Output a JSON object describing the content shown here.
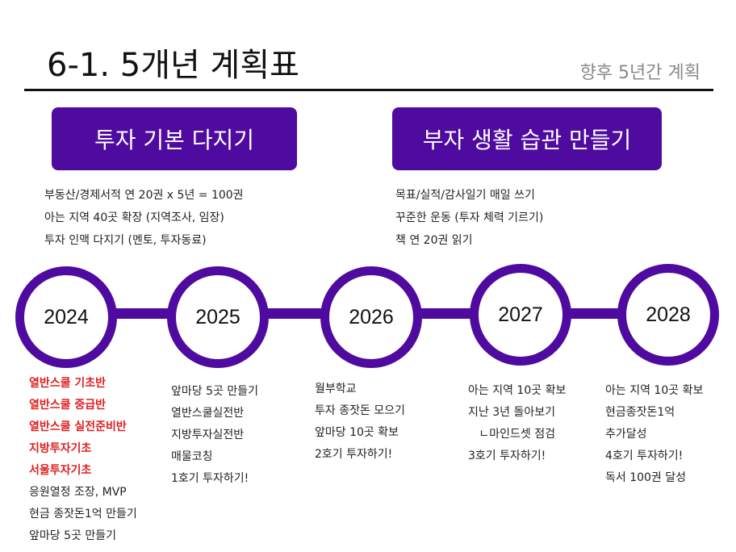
{
  "header": {
    "title": "6-1. 5개년 계획표",
    "subtitle": "향후 5년간 계획"
  },
  "goals": [
    {
      "label": "투자 기본 다지기",
      "items": [
        "부동산/경제서적 연 20권 x 5년 = 100권",
        "아는 지역 40곳 확장 (지역조사, 임장)",
        "투자 인맥 다지기 (멘토, 투자동료)"
      ]
    },
    {
      "label": "부자 생활 습관 만들기",
      "items": [
        "목표/실적/감사일기 매일 쓰기",
        "꾸준한 운동 (투자 체력 기르기)",
        "책 연 20권 읽기"
      ]
    }
  ],
  "colors": {
    "accent": "#4f0aa0",
    "highlight": "#e02020"
  },
  "years": [
    {
      "year": "2024",
      "items": [
        {
          "text": "열반스쿨 기초반",
          "highlight": true
        },
        {
          "text": "열반스쿨 중급반",
          "highlight": true
        },
        {
          "text": "열반스쿨 실전준비반",
          "highlight": true
        },
        {
          "text": "지방투자기초",
          "highlight": true
        },
        {
          "text": "서울투자기초",
          "highlight": true
        },
        {
          "text": "응원열정 조장, MVP",
          "highlight": false
        },
        {
          "text": "현금 종잣돈1억 만들기",
          "highlight": false
        },
        {
          "text": "앞마당 5곳 만들기",
          "highlight": false
        }
      ]
    },
    {
      "year": "2025",
      "items": [
        {
          "text": "앞마당 5곳 만들기"
        },
        {
          "text": "열반스쿨실전반"
        },
        {
          "text": "지방투자실전반"
        },
        {
          "text": "매물코칭"
        },
        {
          "text": "1호기 투자하기!"
        }
      ]
    },
    {
      "year": "2026",
      "items": [
        {
          "text": "월부학교"
        },
        {
          "text": "투자 종잣돈 모으기"
        },
        {
          "text": "앞마당 10곳 확보"
        },
        {
          "text": "2호기 투자하기!"
        }
      ]
    },
    {
      "year": "2027",
      "items": [
        {
          "text": "아는 지역 10곳 확보"
        },
        {
          "text": "지난 3년 돌아보기"
        },
        {
          "text": "   ㄴ마인드셋 점검"
        },
        {
          "text": "3호기 투자하기!"
        }
      ]
    },
    {
      "year": "2028",
      "items": [
        {
          "text": "아는 지역 10곳 확보"
        },
        {
          "text": "현금종잣돈1억"
        },
        {
          "text": "추가달성"
        },
        {
          "text": "4호기 투자하기!"
        },
        {
          "text": "독서 100권 달성"
        }
      ]
    }
  ]
}
